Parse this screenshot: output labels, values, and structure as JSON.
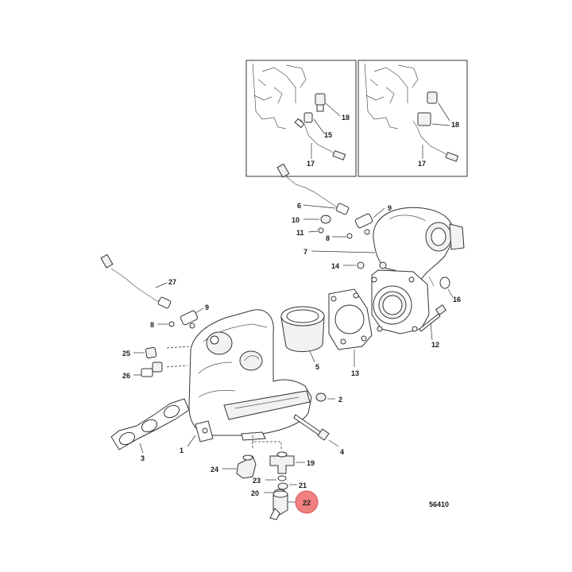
{
  "diagram_id": "56410",
  "callouts": {
    "c1": "1",
    "c2": "2",
    "c3": "3",
    "c4": "4",
    "c5": "5",
    "c6": "6",
    "c7": "7",
    "c8a": "8",
    "c8b": "8",
    "c9a": "9",
    "c9b": "9",
    "c10": "10",
    "c11": "11",
    "c12": "12",
    "c13": "13",
    "c14": "14",
    "c15": "15",
    "c16": "16",
    "c17a": "17",
    "c17b": "17",
    "c18a": "18",
    "c18b": "18",
    "c19": "19",
    "c20": "20",
    "c21": "21",
    "c22": "22",
    "c23": "23",
    "c24": "24",
    "c25": "25",
    "c26": "26",
    "c27": "27"
  },
  "colors": {
    "highlight": "#f08080",
    "line": "#333333"
  },
  "icons": [
    "exhaust-manifold",
    "exhaust-elbow",
    "oxygen-sensor",
    "gasket",
    "sleeve",
    "bolt",
    "fitting"
  ]
}
